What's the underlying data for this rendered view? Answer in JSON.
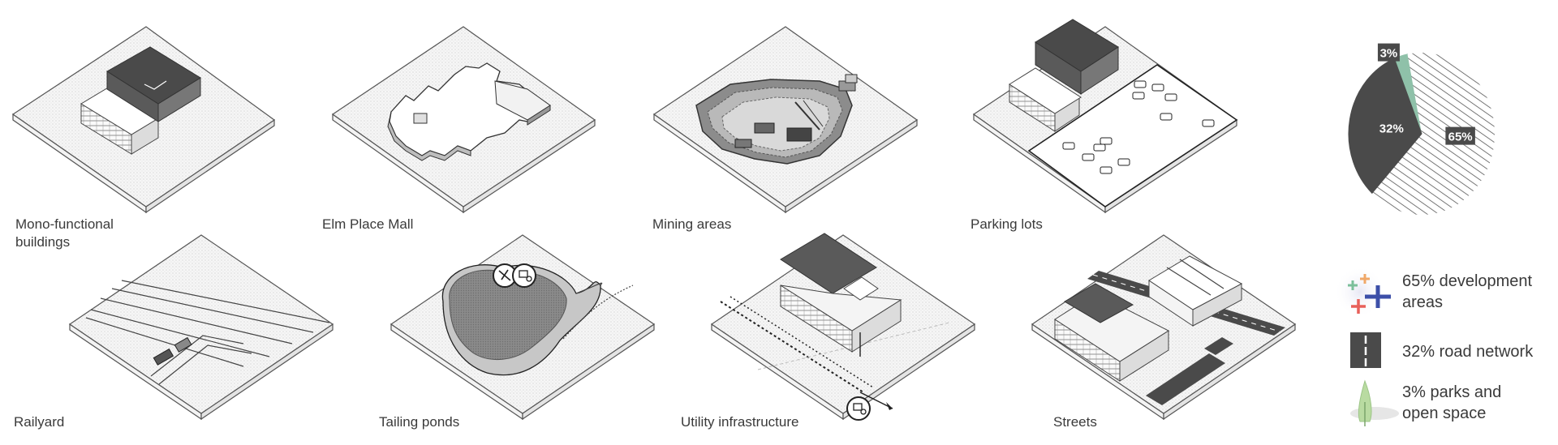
{
  "tiles": [
    {
      "id": "mono",
      "label_lines": [
        "Mono-functional",
        "buildings"
      ]
    },
    {
      "id": "mall",
      "label_lines": [
        "Elm Place Mall"
      ]
    },
    {
      "id": "mining",
      "label_lines": [
        "Mining areas"
      ]
    },
    {
      "id": "parking",
      "label_lines": [
        "Parking lots"
      ]
    },
    {
      "id": "railyard",
      "label_lines": [
        "Railyard"
      ]
    },
    {
      "id": "tailing",
      "label_lines": [
        "Tailing ponds"
      ]
    },
    {
      "id": "utility",
      "label_lines": [
        "Utility infrastructure"
      ]
    },
    {
      "id": "streets",
      "label_lines": [
        "Streets"
      ]
    }
  ],
  "chart_data": {
    "type": "pie",
    "slices": [
      {
        "label": "65%",
        "value": 65,
        "color": "#ffffff",
        "pattern": "hatch",
        "legend_lines": [
          "65% development",
          "areas"
        ],
        "legend_icon": "plus-cross-icon"
      },
      {
        "label": "32%",
        "value": 32,
        "color": "#4a4a4a",
        "legend_lines": [
          "32% road network"
        ],
        "legend_icon": "road-icon"
      },
      {
        "label": "3%",
        "value": 3,
        "color": "#8fc1a9",
        "legend_lines": [
          "3% parks and",
          "open space"
        ],
        "legend_icon": "tree-icon"
      }
    ]
  },
  "colors": {
    "accent_green": "#8fc1a9",
    "road_dark": "#4a4a4a",
    "cross_green": "#7bbf9a",
    "cross_orange": "#f0a868",
    "cross_red": "#e8605a",
    "cross_blue": "#3c4fa8"
  }
}
